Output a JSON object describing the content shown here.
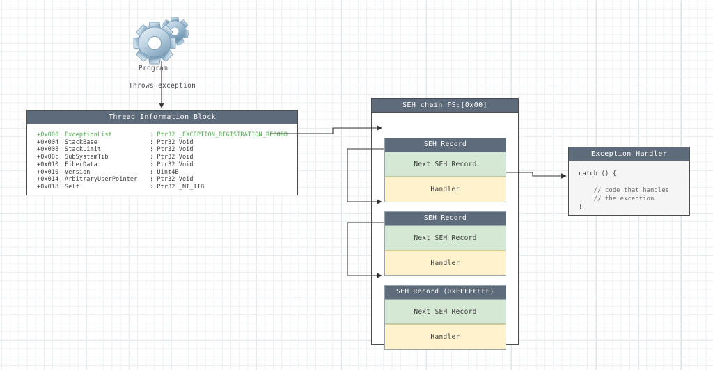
{
  "diagram": {
    "title": "SEH chain walk",
    "colors": {
      "header": "#5d6b7a",
      "next_record": "#d5e8d4",
      "handler": "#fff2cc",
      "highlight_text": "#4faa4f",
      "line": "#4d4d4d",
      "grid": "#dfe3e6"
    }
  },
  "program": {
    "icon": "gears-icon",
    "label": "Program",
    "edge_label": "Throws exception"
  },
  "tib": {
    "title": "Thread Information Block",
    "rows": [
      {
        "offset": "+0x000",
        "name": "ExceptionList",
        "type": ": Ptr32 _EXCEPTION_REGISTRATION_RECORD",
        "highlight": true
      },
      {
        "offset": "+0x004",
        "name": "StackBase",
        "type": ": Ptr32 Void",
        "highlight": false
      },
      {
        "offset": "+0x008",
        "name": "StackLimit",
        "type": ": Ptr32 Void",
        "highlight": false
      },
      {
        "offset": "+0x00c",
        "name": "SubSystemTib",
        "type": ": Ptr32 Void",
        "highlight": false
      },
      {
        "offset": "+0x010",
        "name": "FiberData",
        "type": ": Ptr32 Void",
        "highlight": false
      },
      {
        "offset": "+0x010",
        "name": "Version",
        "type": ": Uint4B",
        "highlight": false
      },
      {
        "offset": "+0x014",
        "name": "ArbitraryUserPointer",
        "type": ": Ptr32 Void",
        "highlight": false
      },
      {
        "offset": "+0x018",
        "name": "Self",
        "type": ": Ptr32 _NT_TIB",
        "highlight": false
      }
    ]
  },
  "seh_chain": {
    "title": "SEH chain FS:[0x00]",
    "records": [
      {
        "title": "SEH Record",
        "next": "Next SEH Record",
        "handler": "Handler"
      },
      {
        "title": "SEH Record",
        "next": "Next SEH Record",
        "handler": "Handler"
      },
      {
        "title": "SEH Record (0xFFFFFFFF)",
        "next": "Next SEH Record",
        "handler": "Handler"
      }
    ]
  },
  "exception_handler": {
    "title": "Exception Handler",
    "code": [
      {
        "text": "catch () {",
        "comment": false
      },
      {
        "text": "",
        "comment": false
      },
      {
        "text": "    // code that handles",
        "comment": true
      },
      {
        "text": "    // the exception",
        "comment": true
      },
      {
        "text": "}",
        "comment": false
      }
    ]
  }
}
